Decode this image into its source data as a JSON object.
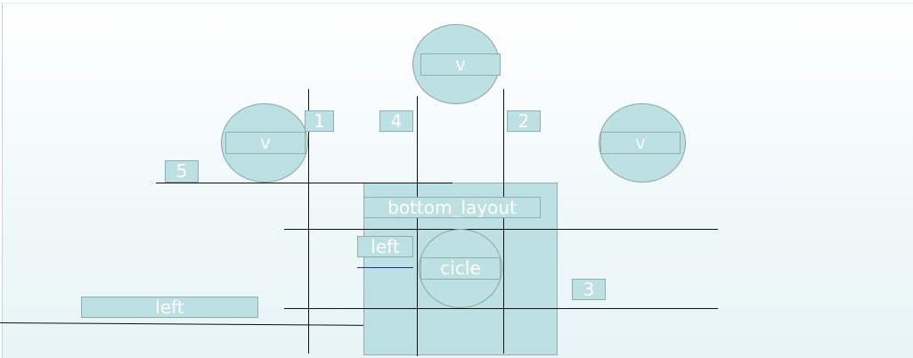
{
  "labels": {
    "v_top": "v",
    "v_left": "v",
    "v_right": "v",
    "n1": "1",
    "n2": "2",
    "n3": "3",
    "n4": "4",
    "n5": "5",
    "bottom_layout": "bottom_layout",
    "left_inner": "left",
    "cicle": "cicle",
    "left_outer": "left"
  },
  "colors": {
    "shape_fill": "#bde0e2",
    "shape_border": "#8aa6a8",
    "text": "#ffffff",
    "line": "#111111",
    "accent_line": "#1a2fb5"
  }
}
